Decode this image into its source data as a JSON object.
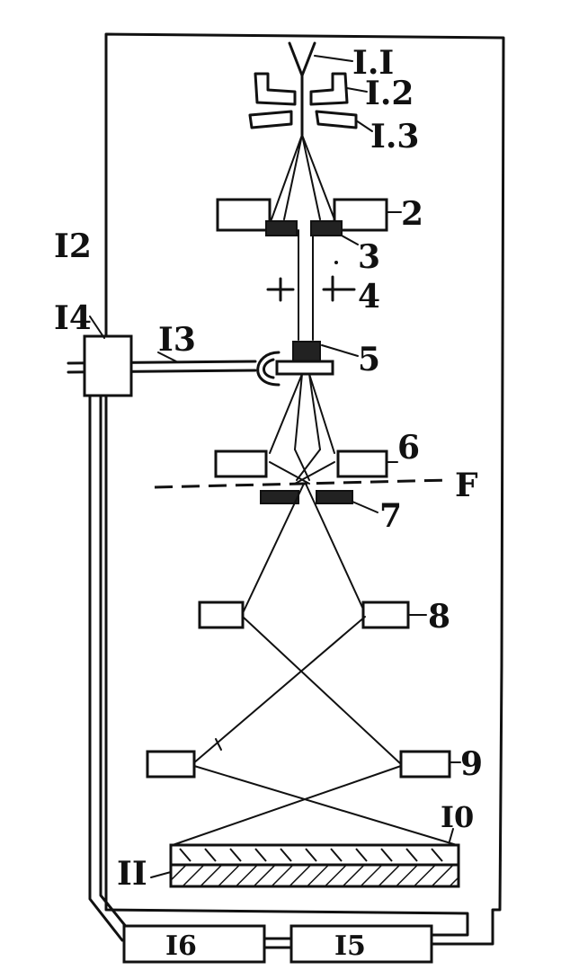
{
  "labels": {
    "l1_1": "I.I",
    "l1_2": "I.2",
    "l1_3": "I.3",
    "l2": "2",
    "l3": "3",
    "l4": "4",
    "l5": "5",
    "l6": "6",
    "lF": "F",
    "l7": "7",
    "l8": "8",
    "l9": "9",
    "l10": "I0",
    "l11": "II",
    "l12": "I2",
    "l13": "I3",
    "l14": "I4",
    "l15": "I5",
    "l16": "I6"
  }
}
